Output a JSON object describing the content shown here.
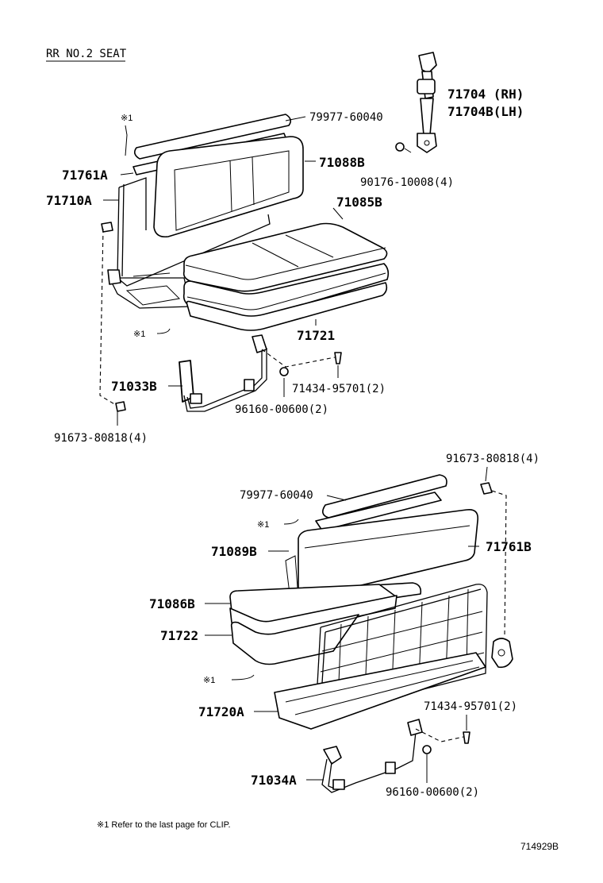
{
  "title": "RR NO.2 SEAT",
  "upper": {
    "labels": {
      "p79977": "79977-60040",
      "note1": "※1",
      "p71761A": "71761A",
      "p71088B": "71088B",
      "p71710A": "71710A",
      "p71085B": "71085B",
      "p71704RH": "71704 (RH)",
      "p71704LH": "71704B(LH)",
      "p90176": "90176-10008(4)",
      "note2": "※1",
      "p71721": "71721",
      "p71033B": "71033B",
      "p71434": "71434-95701(2)",
      "p96160": "96160-00600(2)",
      "p91673": "91673-80818(4)"
    }
  },
  "lower": {
    "labels": {
      "p91673": "91673-80818(4)",
      "p79977": "79977-60040",
      "note1": "※1",
      "p71089B": "71089B",
      "p71761B": "71761B",
      "p71086B": "71086B",
      "p71722": "71722",
      "note2": "※1",
      "p71720A": "71720A",
      "p71434": "71434-95701(2)",
      "p71034A": "71034A",
      "p96160": "96160-00600(2)"
    }
  },
  "footnote": "※1  Refer to the last page for CLIP.",
  "figure_id": "714929B"
}
